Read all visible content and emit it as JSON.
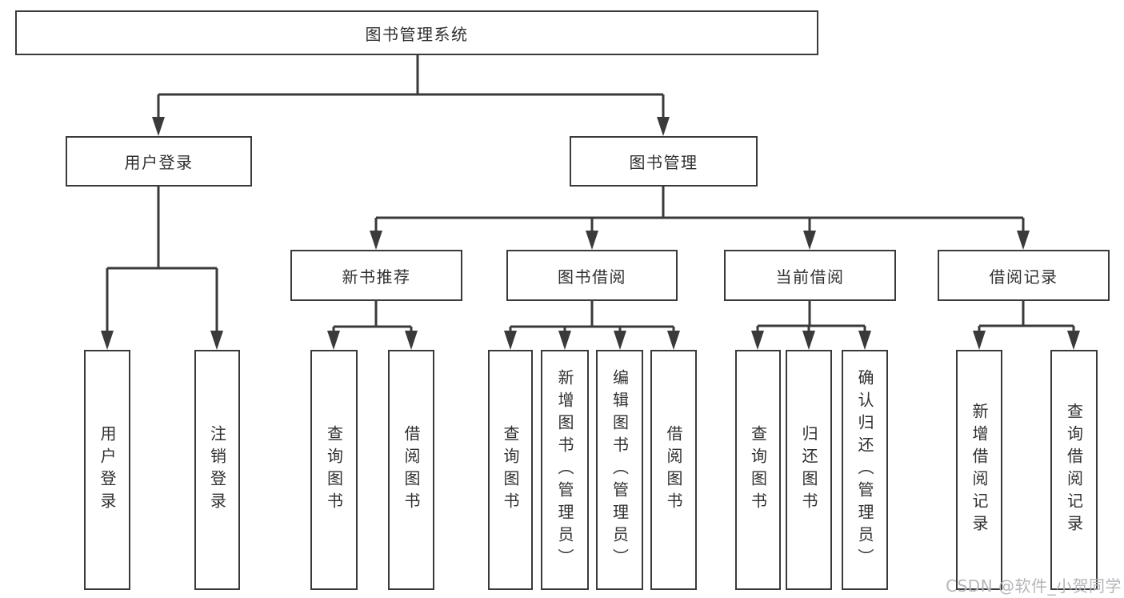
{
  "tree": {
    "root": {
      "label": "图书管理系统"
    },
    "branches": [
      {
        "label": "用户登录",
        "children": [
          {
            "label": "用户登录"
          },
          {
            "label": "注销登录"
          }
        ]
      },
      {
        "label": "图书管理",
        "children": [
          {
            "label": "新书推荐",
            "children": [
              {
                "label": "查询图书"
              },
              {
                "label": "借阅图书"
              }
            ]
          },
          {
            "label": "图书借阅",
            "children": [
              {
                "label": "查询图书"
              },
              {
                "label": "新增图书（管理员）"
              },
              {
                "label": "编辑图书（管理员）"
              },
              {
                "label": "借阅图书"
              }
            ]
          },
          {
            "label": "当前借阅",
            "children": [
              {
                "label": "查询图书"
              },
              {
                "label": "归还图书"
              },
              {
                "label": "确认归还（管理员）"
              }
            ]
          },
          {
            "label": "借阅记录",
            "children": [
              {
                "label": "新增借阅记录"
              },
              {
                "label": "查询借阅记录"
              }
            ]
          }
        ]
      }
    ]
  },
  "watermark": {
    "text": "CSDN @软件_小贺同学"
  },
  "colors": {
    "line": "#3a3a3a",
    "text": "#303030",
    "background": "#ffffff",
    "watermark": "#b5b5ba"
  }
}
